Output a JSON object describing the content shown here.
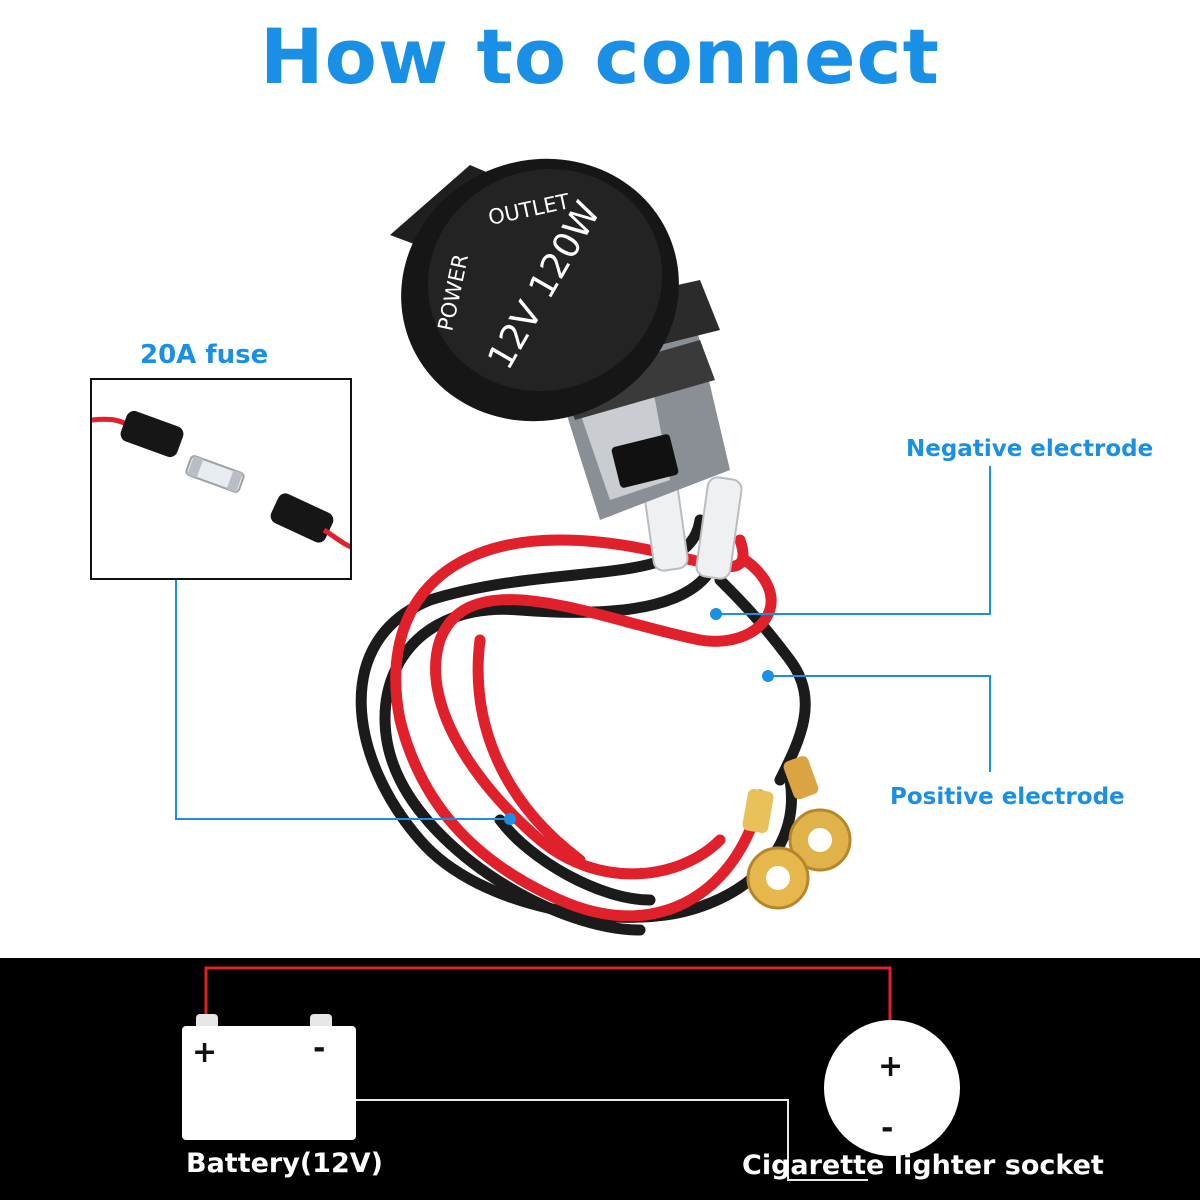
{
  "title": "How to connect",
  "labels": {
    "fuse": "20A fuse",
    "negative": "Negative electrode",
    "positive": "Positive electrode"
  },
  "socket_cap": {
    "top_text": "OUTLET",
    "side_text": "POWER",
    "rating": "12V 120W"
  },
  "wiring_diagram": {
    "battery_label": "Battery(12V)",
    "socket_label": "Cigarette lighter socket",
    "battery_plus": "+",
    "battery_minus": "-",
    "socket_plus": "+",
    "socket_minus": "-"
  },
  "colors": {
    "accent_blue": "#1a8fe6",
    "wire_red": "#e0202a",
    "wire_black": "#1b1b1b",
    "callout_line": "#1a8fe6"
  }
}
